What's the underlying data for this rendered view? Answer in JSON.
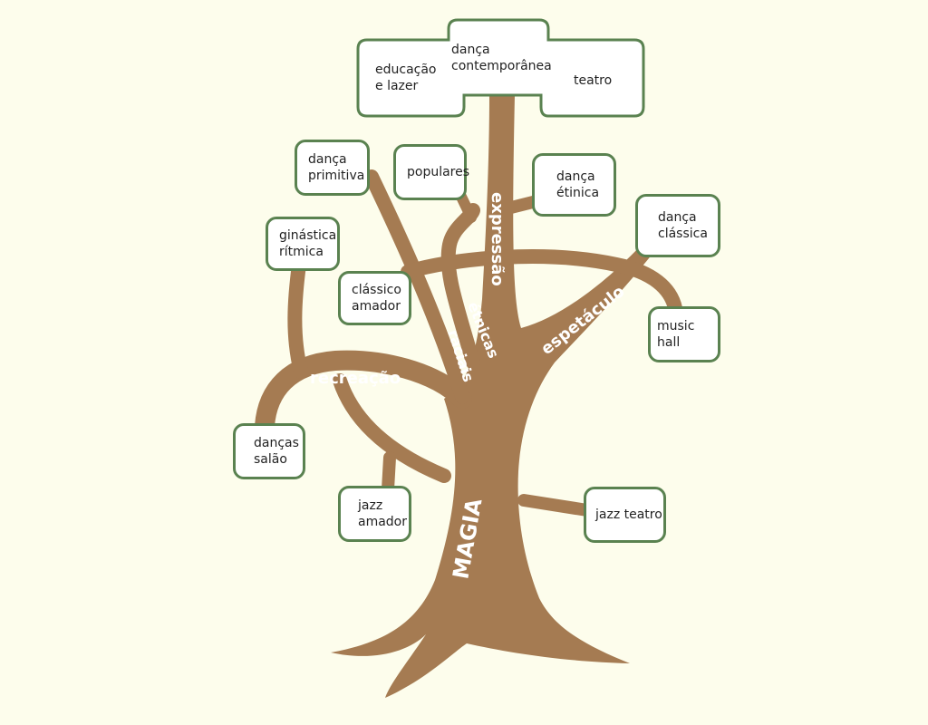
{
  "tree": {
    "trunk_label": "MAGIA",
    "branch_labels": {
      "expressao": "expressão",
      "espetaculo": "espetáculo",
      "recreacao": "recreação",
      "etnicas": "étnicas",
      "raciais": "raciais"
    }
  },
  "canopy": {
    "left": "educação\ne lazer",
    "center": "dança\ncontemporânea",
    "right": "teatro"
  },
  "leaves": {
    "danca_primitiva": "dança\nprimitiva",
    "populares": "populares",
    "danca_etnica": "dança\nétinica",
    "danca_classica": "dança\nclássica",
    "ginastica_ritmica": "ginástica\nrítmica",
    "classico_amador": "clássico\namador",
    "music_hall": "music hall",
    "dancas_salao": "danças\nsalão",
    "jazz_amador": "jazz\namador",
    "jazz_teatro": "jazz teatro"
  },
  "colors": {
    "background": "#fdfdec",
    "tree": "#a57b52",
    "box_border": "#5a8250",
    "box_fill": "#ffffff",
    "label": "#ffffff"
  }
}
